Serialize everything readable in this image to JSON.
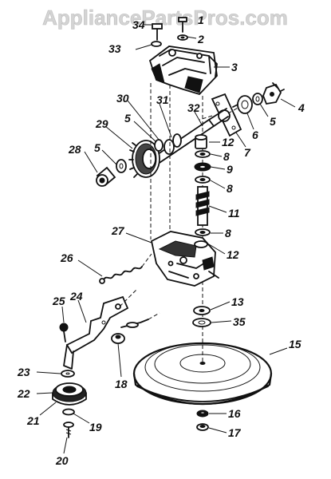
{
  "watermark": "AppliancePartsPros.com",
  "parts": [
    {
      "label": "34"
    },
    {
      "label": "1"
    },
    {
      "label": "2"
    },
    {
      "label": "33"
    },
    {
      "label": "3"
    },
    {
      "label": "4"
    },
    {
      "label": "5"
    },
    {
      "label": "6"
    },
    {
      "label": "7"
    },
    {
      "label": "30"
    },
    {
      "label": "31"
    },
    {
      "label": "32"
    },
    {
      "label": "5"
    },
    {
      "label": "29"
    },
    {
      "label": "5"
    },
    {
      "label": "28"
    },
    {
      "label": "12"
    },
    {
      "label": "8"
    },
    {
      "label": "9"
    },
    {
      "label": "8"
    },
    {
      "label": "11"
    },
    {
      "label": "8"
    },
    {
      "label": "27"
    },
    {
      "label": "12"
    },
    {
      "label": "26"
    },
    {
      "label": "25"
    },
    {
      "label": "24"
    },
    {
      "label": "13"
    },
    {
      "label": "35"
    },
    {
      "label": "15"
    },
    {
      "label": "23"
    },
    {
      "label": "18"
    },
    {
      "label": "22"
    },
    {
      "label": "21"
    },
    {
      "label": "16"
    },
    {
      "label": "19"
    },
    {
      "label": "17"
    },
    {
      "label": "20"
    }
  ]
}
